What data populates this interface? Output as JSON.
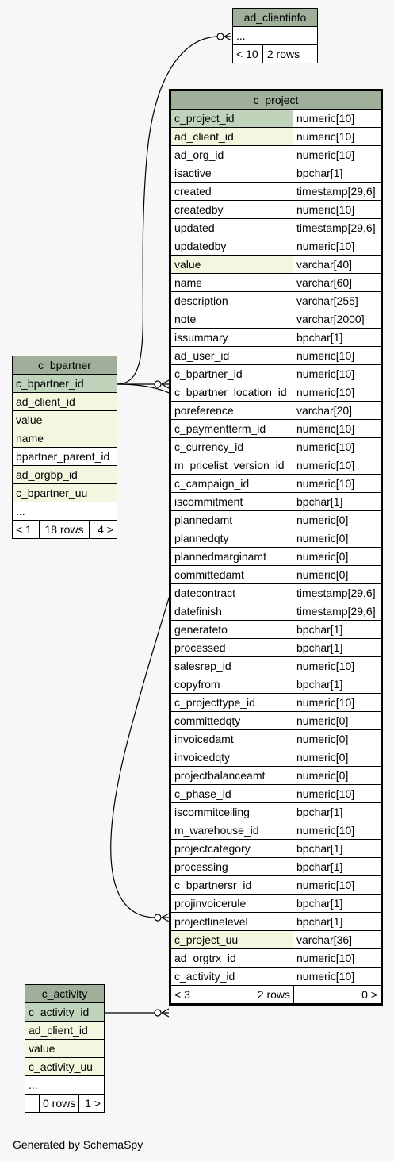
{
  "tables": {
    "ad_clientinfo": {
      "name": "ad_clientinfo",
      "rows": [
        {
          "text": "..."
        }
      ],
      "nav": [
        "< 10",
        "2 rows",
        ""
      ]
    },
    "c_project": {
      "name": "c_project",
      "columns": [
        {
          "name": "c_project_id",
          "type": "numeric[10]",
          "key": "pk"
        },
        {
          "name": "ad_client_id",
          "type": "numeric[10]",
          "key": "fk"
        },
        {
          "name": "ad_org_id",
          "type": "numeric[10]",
          "key": ""
        },
        {
          "name": "isactive",
          "type": "bpchar[1]",
          "key": ""
        },
        {
          "name": "created",
          "type": "timestamp[29,6]",
          "key": ""
        },
        {
          "name": "createdby",
          "type": "numeric[10]",
          "key": ""
        },
        {
          "name": "updated",
          "type": "timestamp[29,6]",
          "key": ""
        },
        {
          "name": "updatedby",
          "type": "numeric[10]",
          "key": ""
        },
        {
          "name": "value",
          "type": "varchar[40]",
          "key": "fk"
        },
        {
          "name": "name",
          "type": "varchar[60]",
          "key": ""
        },
        {
          "name": "description",
          "type": "varchar[255]",
          "key": ""
        },
        {
          "name": "note",
          "type": "varchar[2000]",
          "key": ""
        },
        {
          "name": "issummary",
          "type": "bpchar[1]",
          "key": ""
        },
        {
          "name": "ad_user_id",
          "type": "numeric[10]",
          "key": ""
        },
        {
          "name": "c_bpartner_id",
          "type": "numeric[10]",
          "key": ""
        },
        {
          "name": "c_bpartner_location_id",
          "type": "numeric[10]",
          "key": ""
        },
        {
          "name": "poreference",
          "type": "varchar[20]",
          "key": ""
        },
        {
          "name": "c_paymentterm_id",
          "type": "numeric[10]",
          "key": ""
        },
        {
          "name": "c_currency_id",
          "type": "numeric[10]",
          "key": ""
        },
        {
          "name": "m_pricelist_version_id",
          "type": "numeric[10]",
          "key": ""
        },
        {
          "name": "c_campaign_id",
          "type": "numeric[10]",
          "key": ""
        },
        {
          "name": "iscommitment",
          "type": "bpchar[1]",
          "key": ""
        },
        {
          "name": "plannedamt",
          "type": "numeric[0]",
          "key": ""
        },
        {
          "name": "plannedqty",
          "type": "numeric[0]",
          "key": ""
        },
        {
          "name": "plannedmarginamt",
          "type": "numeric[0]",
          "key": ""
        },
        {
          "name": "committedamt",
          "type": "numeric[0]",
          "key": ""
        },
        {
          "name": "datecontract",
          "type": "timestamp[29,6]",
          "key": ""
        },
        {
          "name": "datefinish",
          "type": "timestamp[29,6]",
          "key": ""
        },
        {
          "name": "generateto",
          "type": "bpchar[1]",
          "key": ""
        },
        {
          "name": "processed",
          "type": "bpchar[1]",
          "key": ""
        },
        {
          "name": "salesrep_id",
          "type": "numeric[10]",
          "key": ""
        },
        {
          "name": "copyfrom",
          "type": "bpchar[1]",
          "key": ""
        },
        {
          "name": "c_projecttype_id",
          "type": "numeric[10]",
          "key": ""
        },
        {
          "name": "committedqty",
          "type": "numeric[0]",
          "key": ""
        },
        {
          "name": "invoicedamt",
          "type": "numeric[0]",
          "key": ""
        },
        {
          "name": "invoicedqty",
          "type": "numeric[0]",
          "key": ""
        },
        {
          "name": "projectbalanceamt",
          "type": "numeric[0]",
          "key": ""
        },
        {
          "name": "c_phase_id",
          "type": "numeric[10]",
          "key": ""
        },
        {
          "name": "iscommitceiling",
          "type": "bpchar[1]",
          "key": ""
        },
        {
          "name": "m_warehouse_id",
          "type": "numeric[10]",
          "key": ""
        },
        {
          "name": "projectcategory",
          "type": "bpchar[1]",
          "key": ""
        },
        {
          "name": "processing",
          "type": "bpchar[1]",
          "key": ""
        },
        {
          "name": "c_bpartnersr_id",
          "type": "numeric[10]",
          "key": ""
        },
        {
          "name": "projinvoicerule",
          "type": "bpchar[1]",
          "key": ""
        },
        {
          "name": "projectlinelevel",
          "type": "bpchar[1]",
          "key": ""
        },
        {
          "name": "c_project_uu",
          "type": "varchar[36]",
          "key": "fk"
        },
        {
          "name": "ad_orgtrx_id",
          "type": "numeric[10]",
          "key": ""
        },
        {
          "name": "c_activity_id",
          "type": "numeric[10]",
          "key": ""
        }
      ],
      "nav": [
        "< 3",
        "2 rows",
        "0 >"
      ]
    },
    "c_bpartner": {
      "name": "c_bpartner",
      "rows": [
        {
          "text": "c_bpartner_id",
          "key": "pk"
        },
        {
          "text": "ad_client_id",
          "key": "fk"
        },
        {
          "text": "value",
          "key": "fk"
        },
        {
          "text": "name",
          "key": "fk"
        },
        {
          "text": "bpartner_parent_id",
          "key": ""
        },
        {
          "text": "ad_orgbp_id",
          "key": "fk"
        },
        {
          "text": "c_bpartner_uu",
          "key": "fk"
        },
        {
          "text": "...",
          "key": ""
        }
      ],
      "nav": [
        "< 1",
        "18 rows",
        "4 >"
      ]
    },
    "c_activity": {
      "name": "c_activity",
      "rows": [
        {
          "text": "c_activity_id",
          "key": "pk"
        },
        {
          "text": "ad_client_id",
          "key": "fk"
        },
        {
          "text": "value",
          "key": "fk"
        },
        {
          "text": "c_activity_uu",
          "key": "fk"
        },
        {
          "text": "...",
          "key": ""
        }
      ],
      "nav": [
        "",
        "0 rows",
        "1 >"
      ]
    }
  },
  "footer": "Generated by SchemaSpy",
  "colors": {
    "header": "#9faf9a",
    "primary_key": "#bfd3bb",
    "foreign_key": "#f3f7df",
    "background": "#f7f7f7"
  }
}
